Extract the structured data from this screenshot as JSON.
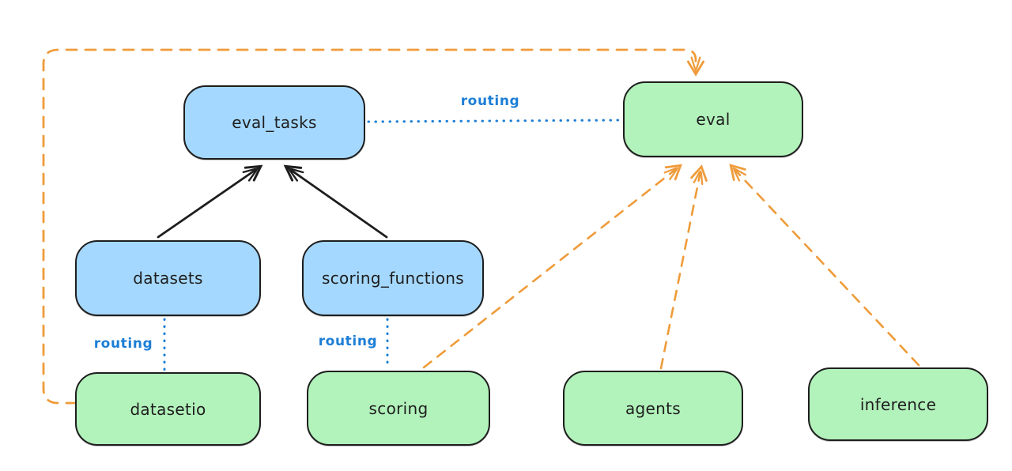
{
  "diagram": {
    "background": "#ffffff",
    "colors": {
      "node_stroke": "#1e1e1e",
      "blue_fill": "#a5d8ff",
      "green_fill": "#b2f2bb",
      "routing_blue": "#1c7ed6",
      "orange": "#ef9b3a",
      "black_arrow": "#1e1e1e"
    },
    "nodes": [
      {
        "id": "eval_tasks",
        "label": "eval_tasks",
        "fill": "#a5d8ff"
      },
      {
        "id": "eval",
        "label": "eval",
        "fill": "#b2f2bb"
      },
      {
        "id": "datasets",
        "label": "datasets",
        "fill": "#a5d8ff"
      },
      {
        "id": "scoring_functions",
        "label": "scoring_functions",
        "fill": "#a5d8ff"
      },
      {
        "id": "datasetio",
        "label": "datasetio",
        "fill": "#b2f2bb"
      },
      {
        "id": "scoring",
        "label": "scoring",
        "fill": "#b2f2bb"
      },
      {
        "id": "agents",
        "label": "agents",
        "fill": "#b2f2bb"
      },
      {
        "id": "inference",
        "label": "inference",
        "fill": "#b2f2bb"
      }
    ],
    "edges": [
      {
        "from": "datasets",
        "to": "eval_tasks",
        "style": "solid_black_arrow",
        "label": ""
      },
      {
        "from": "scoring_functions",
        "to": "eval_tasks",
        "style": "solid_black_arrow",
        "label": ""
      },
      {
        "from": "eval_tasks",
        "to": "eval",
        "style": "dotted_blue",
        "label": "routing"
      },
      {
        "from": "datasets",
        "to": "datasetio",
        "style": "dotted_blue",
        "label": "routing"
      },
      {
        "from": "scoring_functions",
        "to": "scoring",
        "style": "dotted_blue",
        "label": "routing"
      },
      {
        "from": "datasetio",
        "to": "eval",
        "style": "dashed_orange_arrow",
        "label": ""
      },
      {
        "from": "scoring",
        "to": "eval",
        "style": "dashed_orange_arrow",
        "label": ""
      },
      {
        "from": "agents",
        "to": "eval",
        "style": "dashed_orange_arrow",
        "label": ""
      },
      {
        "from": "inference",
        "to": "eval",
        "style": "dashed_orange_arrow",
        "label": ""
      }
    ]
  }
}
